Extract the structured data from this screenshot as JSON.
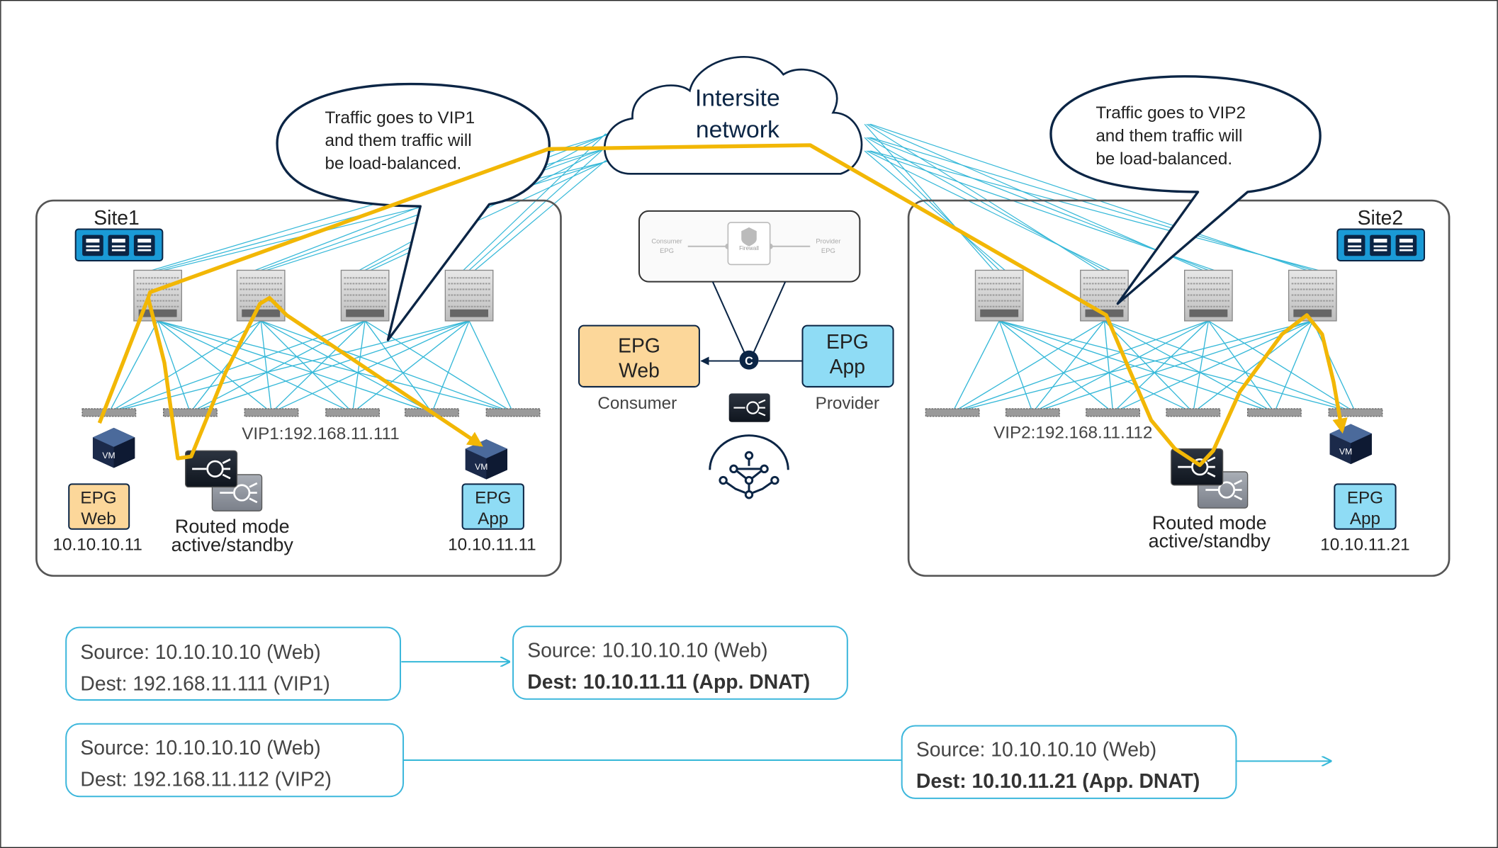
{
  "cloud": {
    "line1": "Intersite",
    "line2": "network"
  },
  "callouts": {
    "site1": [
      "Traffic goes to VIP1",
      "and them traffic will",
      "be load-balanced."
    ],
    "site2": [
      "Traffic goes to VIP2",
      "and them traffic will",
      "be load-balanced."
    ]
  },
  "site1": {
    "label": "Site1",
    "vip": "VIP1:192.168.11.111",
    "epg_web": {
      "line1": "EPG",
      "line2": "Web",
      "ip": "10.10.10.11"
    },
    "epg_app": {
      "line1": "EPG",
      "line2": "App",
      "ip": "10.10.11.11"
    },
    "lb": {
      "line1": "Routed mode",
      "line2": "active/standby"
    }
  },
  "site2": {
    "label": "Site2",
    "vip": "VIP2:192.168.11.112",
    "epg_app": {
      "line1": "EPG",
      "line2": "App",
      "ip": "10.10.11.21"
    },
    "lb": {
      "line1": "Routed mode",
      "line2": "active/standby"
    }
  },
  "contract": {
    "graph": {
      "consumer": "Consumer\nEPG",
      "firewall": "Firewall",
      "provider": "Provider\nEPG"
    },
    "consumer_box": {
      "line1": "EPG",
      "line2": "Web",
      "role": "Consumer"
    },
    "provider_box": {
      "line1": "EPG",
      "line2": "App",
      "role": "Provider"
    },
    "contract_icon": "C"
  },
  "vm_label": "VM",
  "flows": {
    "row1_before": {
      "source": "Source: 10.10.10.10 (Web)",
      "dest": "Dest: 192.168.11.111 (VIP1)"
    },
    "row1_after": {
      "source": "Source: 10.10.10.10 (Web)",
      "dest": "Dest: 10.10.11.11 (App. DNAT)"
    },
    "row2_before": {
      "source": "Source: 10.10.10.10 (Web)",
      "dest": "Dest: 192.168.11.112 (VIP2)"
    },
    "row2_after": {
      "source": "Source: 10.10.10.10 (Web)",
      "dest": "Dest: 10.10.11.21 (App. DNAT)"
    }
  },
  "colors": {
    "link": "#35b8d8",
    "traffic": "#f2b705",
    "navy": "#0b2545",
    "epg_web_fill": "#fcd79a",
    "epg_app_fill": "#8fdcf5",
    "flow_border": "#3db7dc"
  }
}
